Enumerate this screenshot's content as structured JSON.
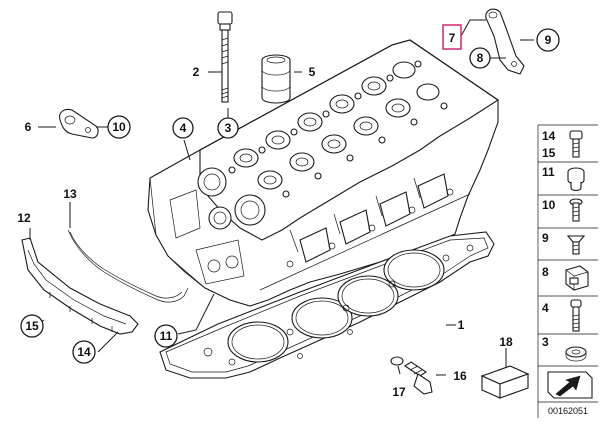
{
  "diagram": {
    "callouts": {
      "c1": "1",
      "c2": "2",
      "c3": "3",
      "c4": "4",
      "c5": "5",
      "c6": "6",
      "c7": "7",
      "c8": "8",
      "c9": "9",
      "c10": "10",
      "c11": "11",
      "c12": "12",
      "c13": "13",
      "c14": "14",
      "c15": "15",
      "c16": "16",
      "c17": "17",
      "c18": "18"
    },
    "highlighted_callout": "7",
    "highlight_color": "#d2357a",
    "legend": [
      {
        "labels": [
          "14",
          "15"
        ],
        "icon": "bolt-icon"
      },
      {
        "labels": [
          "11"
        ],
        "icon": "plug-icon"
      },
      {
        "labels": [
          "10"
        ],
        "icon": "screw-icon"
      },
      {
        "labels": [
          "9"
        ],
        "icon": "countersunk-screw-icon"
      },
      {
        "labels": [
          "8"
        ],
        "icon": "clip-nut-icon"
      },
      {
        "labels": [
          "4"
        ],
        "icon": "long-bolt-icon"
      },
      {
        "labels": [
          "3"
        ],
        "icon": "washer-icon"
      },
      {
        "labels": [
          ""
        ],
        "icon": "box-arrow-icon"
      }
    ],
    "catalog_code": "00162051"
  }
}
